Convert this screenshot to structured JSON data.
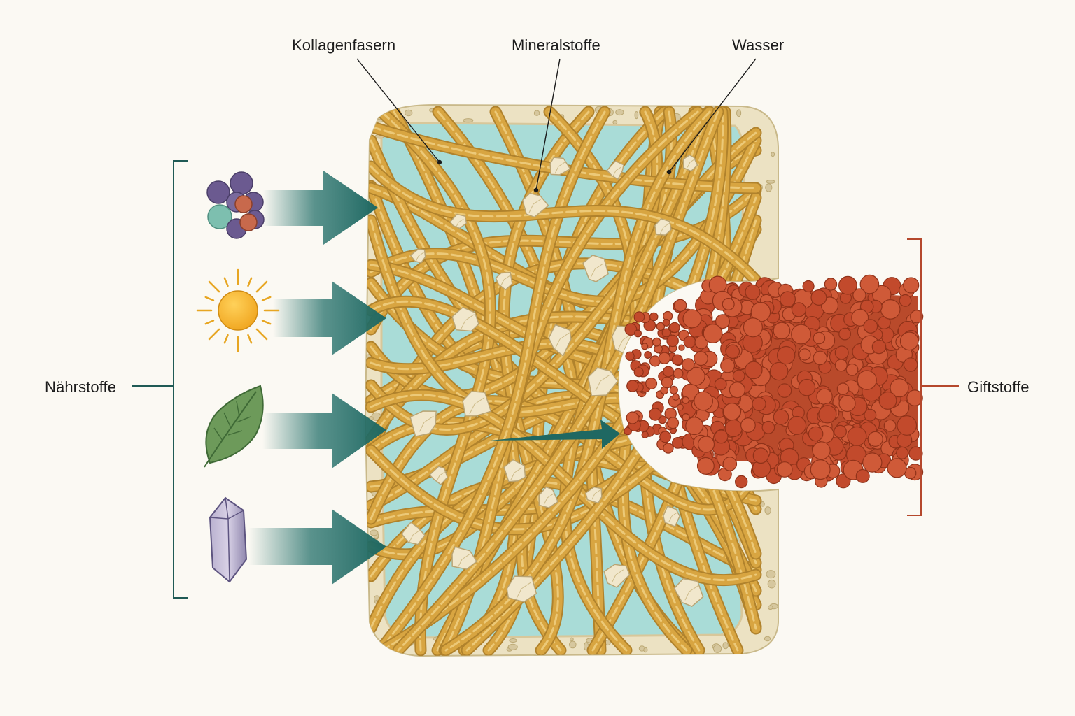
{
  "labels": {
    "collagen": "Kollagenfasern",
    "minerals": "Mineralstoffe",
    "water": "Wasser",
    "nutrients": "Nährstoffe",
    "toxins": "Giftstoffe"
  },
  "icons": {
    "nutrient_1": "molecule-cluster-icon",
    "nutrient_2": "sun-icon",
    "nutrient_3": "leaf-icon",
    "nutrient_4": "crystal-icon"
  },
  "colors": {
    "background": "#fbf9f3",
    "arrow": "#24706a",
    "fiber": "#d8a541",
    "water": "#a9dcd7",
    "tissue_border": "#ece2c3",
    "mineral_crystal": "#f1e7cc",
    "toxin": "#c9502f",
    "nutrient_bracket": "#1f5a55",
    "toxin_bracket": "#b5482c"
  }
}
